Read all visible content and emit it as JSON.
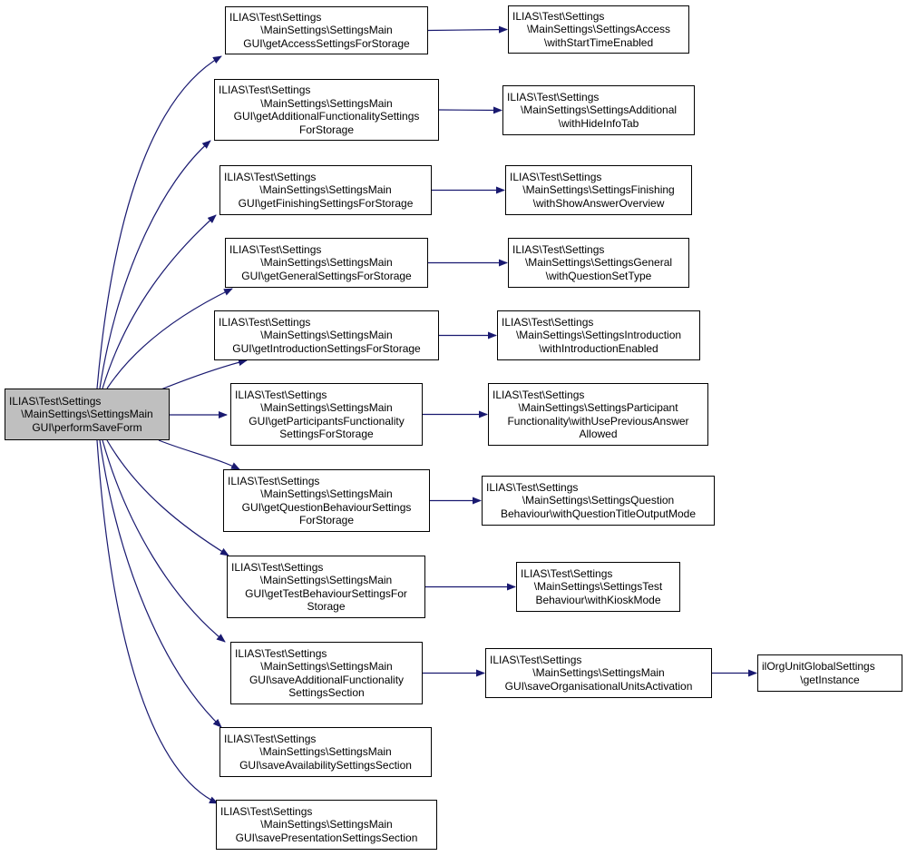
{
  "diagram": {
    "colors": {
      "edge": "#191970",
      "root_fill": "#bfbfbf",
      "node_fill": "#ffffff",
      "border": "#000000"
    },
    "nodes": [
      {
        "id": "root",
        "lines": [
          "ILIAS\\Test\\Settings",
          "\\MainSettings\\SettingsMain",
          "GUI\\performSaveForm"
        ]
      },
      {
        "id": "n1",
        "lines": [
          "ILIAS\\Test\\Settings",
          "\\MainSettings\\SettingsMain",
          "GUI\\getAccessSettingsForStorage"
        ]
      },
      {
        "id": "n2",
        "lines": [
          "ILIAS\\Test\\Settings",
          "\\MainSettings\\SettingsMain",
          "GUI\\getAdditionalFunctionalitySettings",
          "ForStorage"
        ]
      },
      {
        "id": "n3",
        "lines": [
          "ILIAS\\Test\\Settings",
          "\\MainSettings\\SettingsMain",
          "GUI\\getFinishingSettingsForStorage"
        ]
      },
      {
        "id": "n4",
        "lines": [
          "ILIAS\\Test\\Settings",
          "\\MainSettings\\SettingsMain",
          "GUI\\getGeneralSettingsForStorage"
        ]
      },
      {
        "id": "n5",
        "lines": [
          "ILIAS\\Test\\Settings",
          "\\MainSettings\\SettingsMain",
          "GUI\\getIntroductionSettingsForStorage"
        ]
      },
      {
        "id": "n6",
        "lines": [
          "ILIAS\\Test\\Settings",
          "\\MainSettings\\SettingsMain",
          "GUI\\getParticipantsFunctionality",
          "SettingsForStorage"
        ]
      },
      {
        "id": "n7",
        "lines": [
          "ILIAS\\Test\\Settings",
          "\\MainSettings\\SettingsMain",
          "GUI\\getQuestionBehaviourSettings",
          "ForStorage"
        ]
      },
      {
        "id": "n8",
        "lines": [
          "ILIAS\\Test\\Settings",
          "\\MainSettings\\SettingsMain",
          "GUI\\getTestBehaviourSettingsFor",
          "Storage"
        ]
      },
      {
        "id": "n9",
        "lines": [
          "ILIAS\\Test\\Settings",
          "\\MainSettings\\SettingsMain",
          "GUI\\saveAdditionalFunctionality",
          "SettingsSection"
        ]
      },
      {
        "id": "n10",
        "lines": [
          "ILIAS\\Test\\Settings",
          "\\MainSettings\\SettingsMain",
          "GUI\\saveAvailabilitySettingsSection"
        ]
      },
      {
        "id": "n11",
        "lines": [
          "ILIAS\\Test\\Settings",
          "\\MainSettings\\SettingsMain",
          "GUI\\savePresentationSettingsSection"
        ]
      },
      {
        "id": "t1",
        "lines": [
          "ILIAS\\Test\\Settings",
          "\\MainSettings\\SettingsAccess",
          "\\withStartTimeEnabled"
        ]
      },
      {
        "id": "t2",
        "lines": [
          "ILIAS\\Test\\Settings",
          "\\MainSettings\\SettingsAdditional",
          "\\withHideInfoTab"
        ]
      },
      {
        "id": "t3",
        "lines": [
          "ILIAS\\Test\\Settings",
          "\\MainSettings\\SettingsFinishing",
          "\\withShowAnswerOverview"
        ]
      },
      {
        "id": "t4",
        "lines": [
          "ILIAS\\Test\\Settings",
          "\\MainSettings\\SettingsGeneral",
          "\\withQuestionSetType"
        ]
      },
      {
        "id": "t5",
        "lines": [
          "ILIAS\\Test\\Settings",
          "\\MainSettings\\SettingsIntroduction",
          "\\withIntroductionEnabled"
        ]
      },
      {
        "id": "t6",
        "lines": [
          "ILIAS\\Test\\Settings",
          "\\MainSettings\\SettingsParticipant",
          "Functionality\\withUsePreviousAnswer",
          "Allowed"
        ]
      },
      {
        "id": "t7",
        "lines": [
          "ILIAS\\Test\\Settings",
          "\\MainSettings\\SettingsQuestion",
          "Behaviour\\withQuestionTitleOutputMode"
        ]
      },
      {
        "id": "t8",
        "lines": [
          "ILIAS\\Test\\Settings",
          "\\MainSettings\\SettingsTest",
          "Behaviour\\withKioskMode"
        ]
      },
      {
        "id": "t9",
        "lines": [
          "ILIAS\\Test\\Settings",
          "\\MainSettings\\SettingsMain",
          "GUI\\saveOrganisationalUnitsActivation"
        ]
      },
      {
        "id": "u1",
        "lines": [
          "ilOrgUnitGlobalSettings",
          "\\getInstance"
        ]
      }
    ],
    "edges": [
      [
        "root",
        "n1"
      ],
      [
        "root",
        "n2"
      ],
      [
        "root",
        "n3"
      ],
      [
        "root",
        "n4"
      ],
      [
        "root",
        "n5"
      ],
      [
        "root",
        "n6"
      ],
      [
        "root",
        "n7"
      ],
      [
        "root",
        "n8"
      ],
      [
        "root",
        "n9"
      ],
      [
        "root",
        "n10"
      ],
      [
        "root",
        "n11"
      ],
      [
        "n1",
        "t1"
      ],
      [
        "n2",
        "t2"
      ],
      [
        "n3",
        "t3"
      ],
      [
        "n4",
        "t4"
      ],
      [
        "n5",
        "t5"
      ],
      [
        "n6",
        "t6"
      ],
      [
        "n7",
        "t7"
      ],
      [
        "n8",
        "t8"
      ],
      [
        "n9",
        "t9"
      ],
      [
        "t9",
        "u1"
      ]
    ]
  }
}
